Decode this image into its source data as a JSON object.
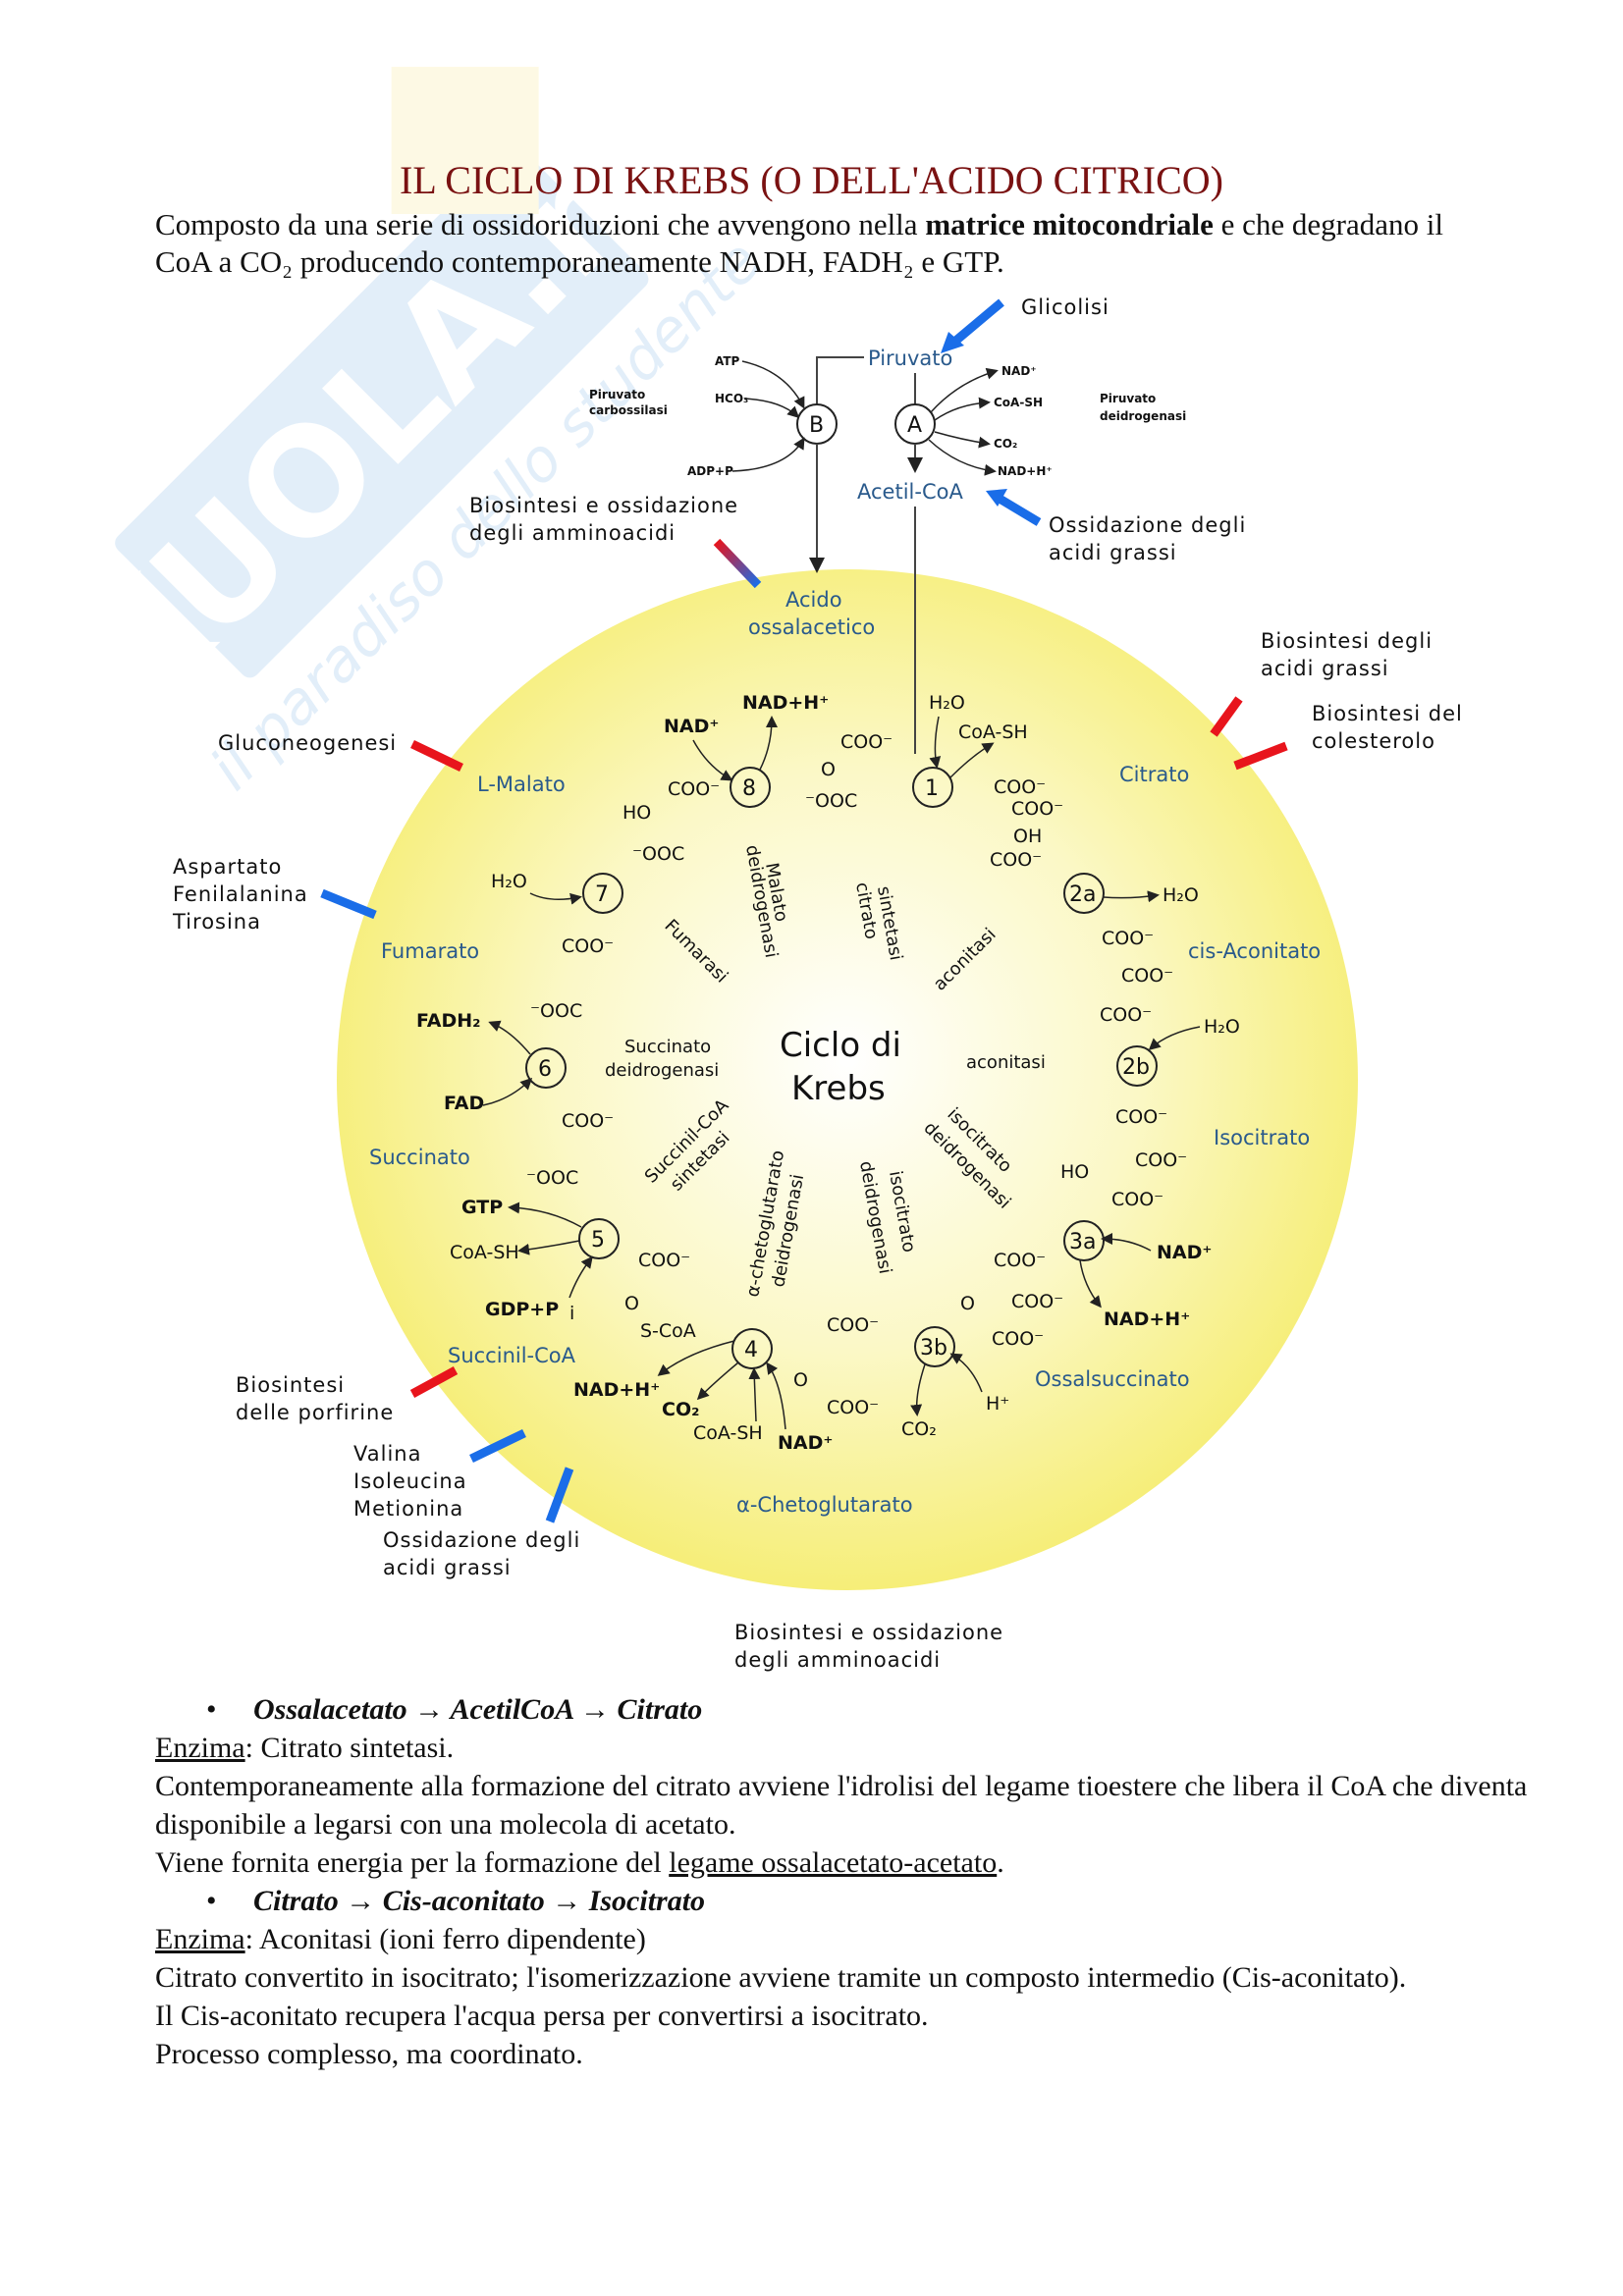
{
  "document": {
    "title": "IL CICLO DI KREBS (O DELL'ACIDO CITRICO)",
    "intro": {
      "part1": "Composto da una serie di ossidoriduzioni che avvengono nella ",
      "bold": "matrice mitocondriale",
      "part2": " e che degradano il CoA a CO₂ producendo contemporaneamente NADH, FADH₂ e GTP."
    },
    "watermark": {
      "brand": "SKUOLA.net",
      "tagline": "il paradiso dello studente"
    }
  },
  "diagram": {
    "center_title": [
      "Ciclo di",
      "Krebs"
    ],
    "top": {
      "piruvato": "Piruvato",
      "acetil_coa": "Acetil-CoA",
      "glicolisi": "Glicolisi",
      "ossidazione_acidi_grassi": [
        "Ossidazione degli",
        "acidi grassi"
      ],
      "enzyme_b": [
        "Piruvato",
        "carbossilasi"
      ],
      "enzyme_a": [
        "Piruvato",
        "deidrogenasi"
      ],
      "b_inputs": [
        "ATP",
        "HCO₃",
        "ADP+P"
      ],
      "a_outputs": [
        "NAD⁺",
        "CoA-SH",
        "CO₂",
        "NAD+H⁺"
      ],
      "node_b": "B",
      "node_a": "A"
    },
    "metabolites": {
      "acido_ossalacetico": [
        "Acido",
        "ossalacetico"
      ],
      "citrato": "Citrato",
      "cis_aconitato": "cis-Aconitato",
      "isocitrato": "Isocitrato",
      "ossalsuccinato": "Ossalsuccinato",
      "alfa_chetoglutarato": "α-Chetoglutarato",
      "succinil_coa": "Succinil-CoA",
      "succinato": "Succinato",
      "fumarato": "Fumarato",
      "l_malato": "L-Malato"
    },
    "enzymes": {
      "citrato_sintetasi": [
        "citrato",
        "sintetasi"
      ],
      "aconitasi_1": "aconitasi",
      "aconitasi_2": "aconitasi",
      "isocitrato_deidrogenasi_1": [
        "isocitrato",
        "deidrogenasi"
      ],
      "isocitrato_deidrogenasi_2": [
        "isocitrato",
        "deidrogenasi"
      ],
      "alfa_chetoglutarato_deidrogenasi": [
        "α-chetoglutarato",
        "deidrogenasi"
      ],
      "succinil_coa_sintetasi": [
        "Succinil-CoA",
        "sintetasi"
      ],
      "succinato_deidrogenasi": [
        "Succinato",
        "deidrogenasi"
      ],
      "fumarasi": "Fumarasi",
      "malato_deidrogenasi": [
        "Malato",
        "deidrogenasi"
      ]
    },
    "steps": [
      "1",
      "2a",
      "2b",
      "3a",
      "3b",
      "4",
      "5",
      "6",
      "7",
      "8"
    ],
    "cofactors": {
      "s1": [
        "H₂O",
        "CoA-SH"
      ],
      "s2a": [
        "H₂O"
      ],
      "s2b": [
        "H₂O"
      ],
      "s3a": [
        "NAD⁺",
        "NAD+H⁺"
      ],
      "s3b": [
        "H⁺",
        "CO₂"
      ],
      "s4": [
        "NAD+H⁺",
        "CO₂",
        "CoA-SH",
        "NAD⁺"
      ],
      "s5": [
        "GTP",
        "CoA-SH",
        "GDP+P",
        "i"
      ],
      "s6": [
        "FADH₂",
        "FAD"
      ],
      "s7": [
        "H₂O"
      ],
      "s8": [
        "NAD⁺",
        "NAD+H⁺"
      ]
    },
    "chem_groups": {
      "coo": "COO⁻",
      "ooc": "⁻OOC",
      "oh": "OH",
      "ho": "HO",
      "o": "O",
      "scoa": "S-CoA"
    },
    "external": {
      "biosintesi_amminoacidi_top": [
        "Biosintesi e ossidazione",
        "degli amminoacidi"
      ],
      "biosintesi_acidi_grassi": [
        "Biosintesi degli",
        "acidi grassi"
      ],
      "biosintesi_colesterolo": [
        "Biosintesi del",
        "colesterolo"
      ],
      "gluconeogenesi": "Gluconeogenesi",
      "aspartato_group": [
        "Aspartato",
        "Fenilalanina",
        "Tirosina"
      ],
      "porfirine": [
        "Biosintesi",
        "delle porfirine"
      ],
      "valina_group": [
        "Valina",
        "Isoleucina",
        "Metionina"
      ],
      "ossidazione_acidi_grassi_bottom": [
        "Ossidazione degli",
        "acidi grassi"
      ],
      "biosintesi_amminoacidi_bottom": [
        "Biosintesi e ossidazione",
        "degli amminoacidi"
      ]
    },
    "colors": {
      "circle_fill": "#f7f27a",
      "catabolic_arrow": "#e8141c",
      "anabolic_arrow": "#1a6de8",
      "metabolite_text": "#2a5a8c"
    }
  },
  "sections": [
    {
      "heading": "Ossalacetato → AcetilCoA → Citrato",
      "enzyme_label": "Enzima",
      "enzyme_value": ": Citrato sintetasi.",
      "lines": [
        "Contemporaneamente alla formazione del citrato avviene l'idrolisi del legame tioestere che libera il CoA che diventa disponibile a legarsi con una molecola di acetato."
      ],
      "last_prefix": "Viene fornita energia per la formazione del ",
      "last_underlined": "legame ossalacetato-acetato",
      "last_suffix": "."
    },
    {
      "heading": "Citrato → Cis-aconitato → Isocitrato",
      "enzyme_label": "Enzima",
      "enzyme_value": ": Aconitasi (ioni ferro dipendente)",
      "lines": [
        "Citrato convertito in isocitrato; l'isomerizzazione avviene tramite un composto intermedio (Cis-aconitato).",
        "Il Cis-aconitato recupera l'acqua persa per convertirsi a isocitrato.",
        "Processo complesso, ma coordinato."
      ]
    }
  ]
}
